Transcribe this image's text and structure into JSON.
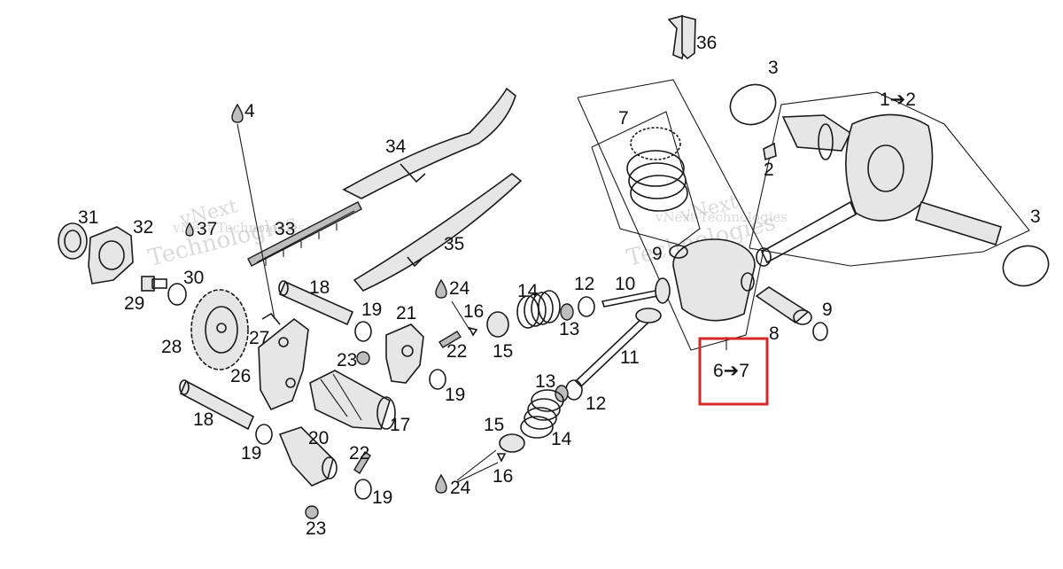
{
  "diagram": {
    "watermarks": [
      "vNext",
      "Technologies",
      "vNext Technologies",
      "vNext Technologies",
      "vNext",
      "Technologies"
    ],
    "labels": {
      "l1_2": "1➔2",
      "l2": "2",
      "l3a": "3",
      "l3b": "3",
      "l4": "4",
      "l6_7": "6➔7",
      "l7": "7",
      "l8": "8",
      "l9a": "9",
      "l9b": "9",
      "l10": "10",
      "l11": "11",
      "l12a": "12",
      "l12b": "12",
      "l13a": "13",
      "l13b": "13",
      "l14a": "14",
      "l14b": "14",
      "l15a": "15",
      "l15b": "15",
      "l16a": "16",
      "l16b": "16",
      "l17": "17",
      "l18a": "18",
      "l18b": "18",
      "l19a": "19",
      "l19b": "19",
      "l19c": "19",
      "l19d": "19",
      "l20": "20",
      "l21": "21",
      "l22a": "22",
      "l22b": "22",
      "l23a": "23",
      "l23b": "23",
      "l24a": "24",
      "l24b": "24",
      "l26": "26",
      "l27": "27",
      "l28": "28",
      "l29": "29",
      "l30": "30",
      "l31": "31",
      "l32": "32",
      "l33": "33",
      "l34": "34",
      "l35": "35",
      "l36": "36",
      "l37": "37"
    },
    "highlight_color": "#d62828"
  }
}
